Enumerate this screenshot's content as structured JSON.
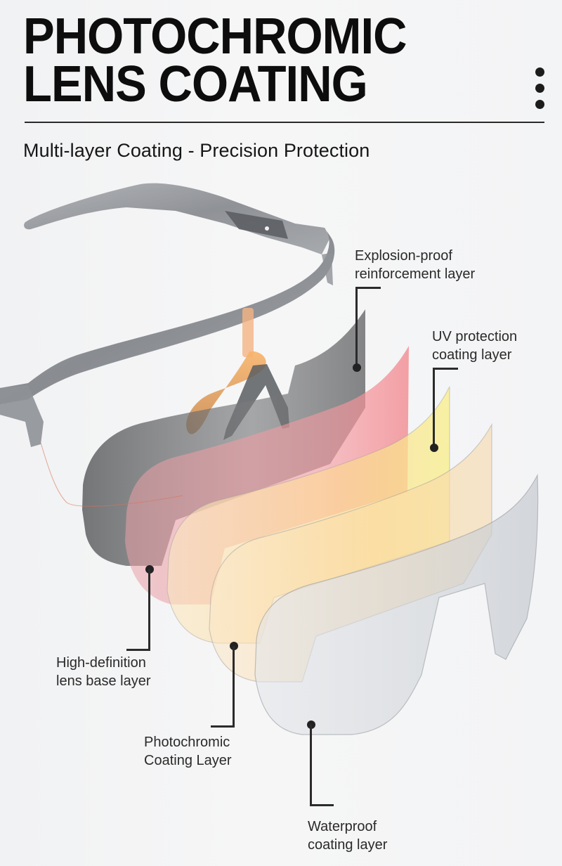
{
  "header": {
    "title_line1": "PHOTOCHROMIC",
    "title_line2": "LENS COATING",
    "menu_icon": "vertical-dots-icon",
    "subtitle": "Multi-layer Coating - Precision Protection"
  },
  "colors": {
    "title": "#0d0d0d",
    "text": "#2a2a2a",
    "frame": "#8a8d92",
    "nose_pad": "#f6a13a",
    "layer_grey": "#6f7073",
    "layer_red": "#f08d92",
    "layer_yellow": "#f7ea8a",
    "layer_peach": "#f6d8ae",
    "layer_clear": "#d3d6db"
  },
  "layers": [
    {
      "id": "explosion-proof",
      "line1": "Explosion-proof",
      "line2": "reinforcement layer"
    },
    {
      "id": "uv-protection",
      "line1": "UV protection",
      "line2": "coating layer"
    },
    {
      "id": "hd-base",
      "line1": "High-definition",
      "line2": "lens base layer"
    },
    {
      "id": "photochromic",
      "line1": "Photochromic",
      "line2": "Coating Layer"
    },
    {
      "id": "waterproof",
      "line1": "Waterproof",
      "line2": "coating layer"
    }
  ]
}
